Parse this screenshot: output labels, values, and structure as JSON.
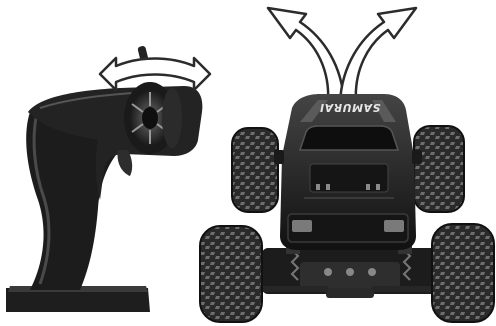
{
  "image": {
    "hood_text": "SAMURAI",
    "colors": {
      "background": "#ffffff",
      "body_dark": "#1c1c1c",
      "body_mid": "#3a3a3a",
      "tire": "#2a2a2a",
      "tread_highlight": "#6e6e6e",
      "arrow_fill": "#ffffff",
      "arrow_stroke": "#2b2b2b"
    },
    "arrows": {
      "steering_icon": "double-headed-curved-arrow",
      "direction_icons": [
        "forward-left-curved-arrow",
        "forward-right-curved-arrow"
      ]
    }
  }
}
